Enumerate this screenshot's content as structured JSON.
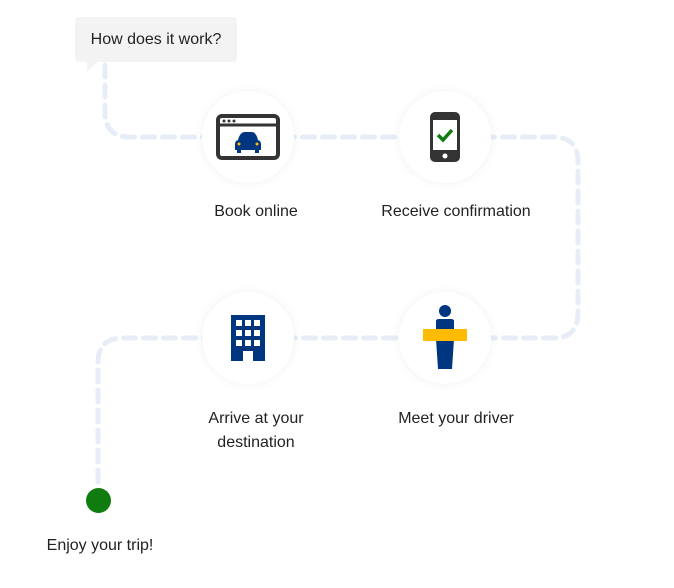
{
  "header": {
    "title": "How does it work?"
  },
  "steps": [
    {
      "label": "Book online",
      "icon": "browser-car-icon"
    },
    {
      "label": "Receive confirmation",
      "icon": "phone-check-icon"
    },
    {
      "label": "Meet your driver",
      "icon": "driver-sign-icon"
    },
    {
      "label": "Arrive at your destination",
      "icon": "building-icon"
    }
  ],
  "final": {
    "label": "Enjoy your trip!"
  },
  "colors": {
    "navy": "#003580",
    "yellow": "#febb02",
    "green": "#107c10",
    "path": "#e7edf6",
    "dark": "#333333"
  }
}
